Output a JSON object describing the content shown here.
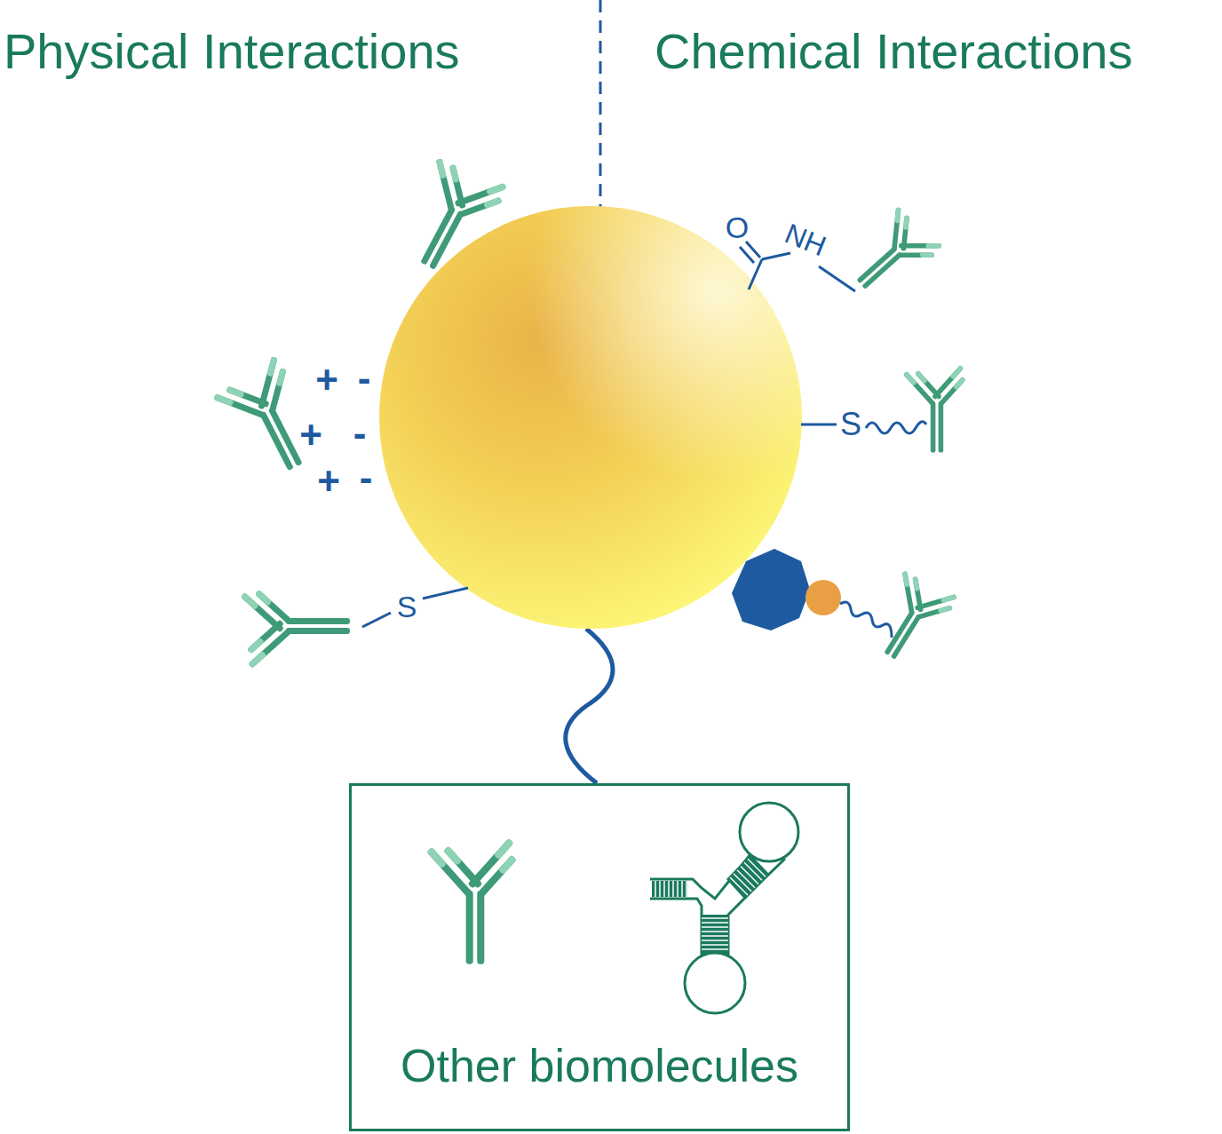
{
  "diagram": {
    "nodes": [
      {
        "text": [
          "Other biomolecules"
        ]
      }
    ],
    "labels": [
      "Physical Interactions",
      "Chemical Interactions",
      "O",
      "NH",
      "S",
      "+",
      "-",
      "+",
      "-",
      "+",
      "-",
      "S"
    ]
  }
}
